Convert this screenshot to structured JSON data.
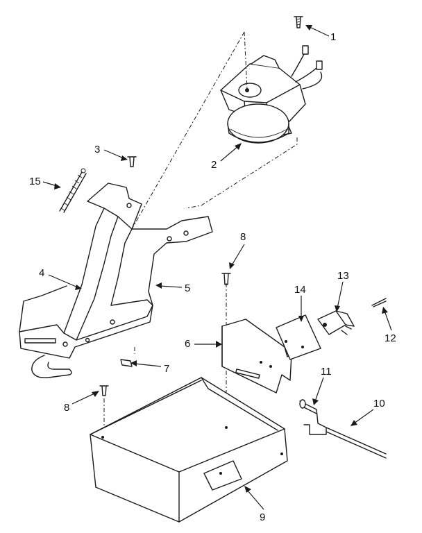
{
  "callouts": {
    "c1": "1",
    "c2": "2",
    "c3": "3",
    "c4": "4",
    "c5": "5",
    "c6": "6",
    "c7": "7",
    "c8a": "8",
    "c8b": "8",
    "c9": "9",
    "c10": "10",
    "c11": "11",
    "c12": "12",
    "c13": "13",
    "c14": "14",
    "c15": "15"
  },
  "colors": {
    "ink": "#1a1a1a",
    "paper": "#ffffff"
  }
}
